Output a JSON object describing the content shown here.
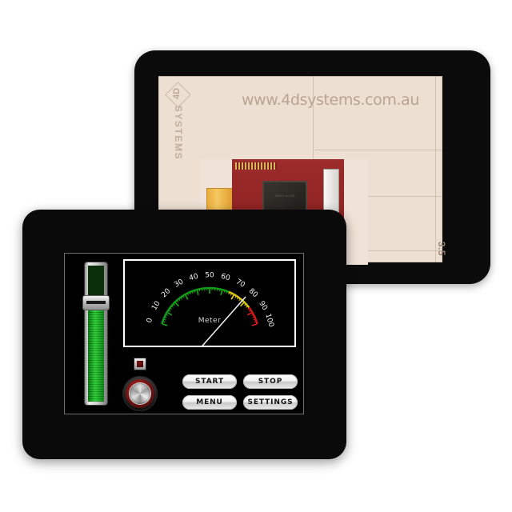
{
  "scene": {
    "description": "Two 3.5 inch 4D Systems intelligent display modules, front and rear views"
  },
  "back_device": {
    "label": {
      "url": "www.4dsystems.com.au",
      "brand_mark": "4D",
      "brand_name": "SYSTEMS",
      "size_marking": "3.5"
    },
    "pcb": {
      "chip_line1": "4DGL-uLCD",
      "chip_line2": "PICASO",
      "board_color": "#8e2323",
      "flex_cable_color": "#f0b648"
    }
  },
  "front_device": {
    "screen": {
      "meter": {
        "caption": "Meter",
        "tick_labels": [
          "0",
          "10",
          "20",
          "30",
          "40",
          "50",
          "60",
          "70",
          "80",
          "90",
          "100"
        ],
        "min": 0,
        "max": 100,
        "value": 78,
        "zones": [
          {
            "name": "normal",
            "from": 0,
            "to": 65,
            "color": "#17a81a"
          },
          {
            "name": "warning",
            "from": 65,
            "to": 85,
            "color": "#e6d11a"
          },
          {
            "name": "critical",
            "from": 85,
            "to": 100,
            "color": "#e01b1b"
          }
        ]
      },
      "slider": {
        "value": 72,
        "min": 0,
        "max": 100,
        "fill_color": "#2fd13a",
        "track_color": "#0b2f0b"
      },
      "led": {
        "state": "off",
        "color": "#7e1414"
      },
      "knob": {
        "ring_color": "#8c1b1b",
        "value": 0
      },
      "buttons": [
        {
          "id": "start",
          "label": "START"
        },
        {
          "id": "stop",
          "label": "STOP"
        },
        {
          "id": "menu",
          "label": "MENU"
        },
        {
          "id": "settings",
          "label": "SETTINGS"
        }
      ]
    }
  }
}
